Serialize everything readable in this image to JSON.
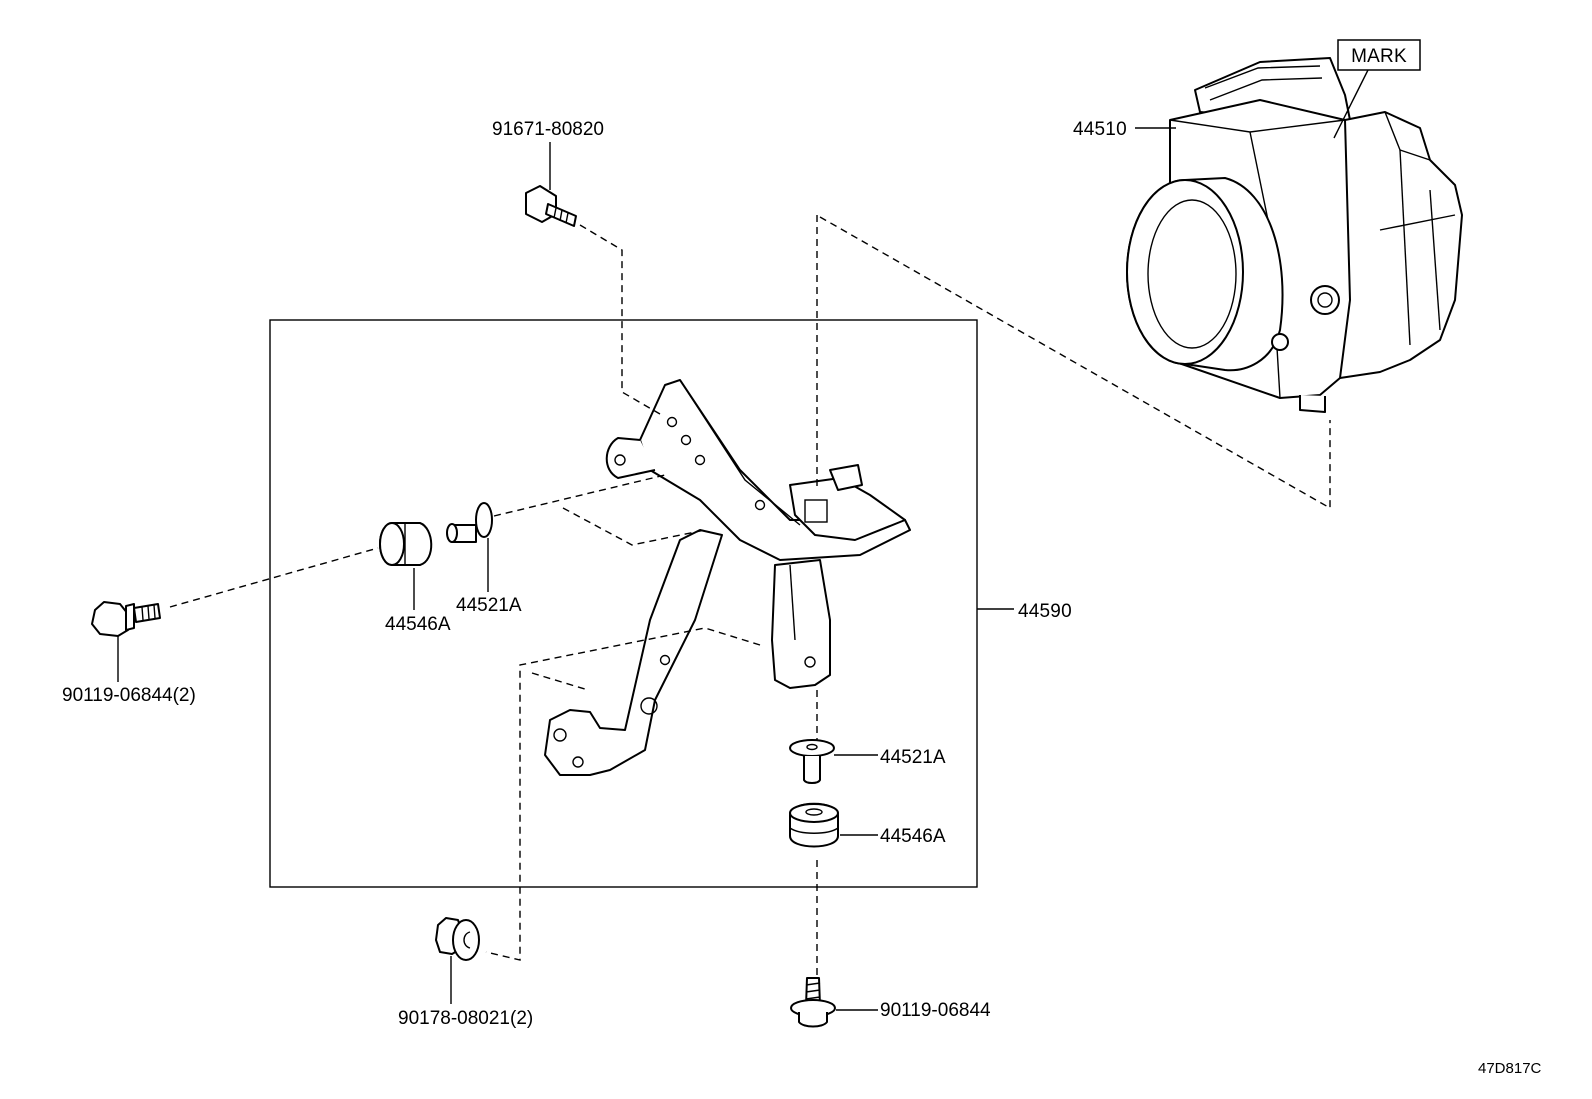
{
  "labels": {
    "bolt_top": "91671-80820",
    "actuator": "44510",
    "mark": "MARK",
    "bracket_assy": "44590",
    "bolt_left": "90119-06844(2)",
    "cushion_left": "44546A",
    "collar_left": "44521A",
    "collar_right": "44521A",
    "cushion_right": "44546A",
    "nut_bottom": "90178-08021(2)",
    "bolt_bottom": "90119-06844",
    "illustration_ref": "47D817C"
  }
}
